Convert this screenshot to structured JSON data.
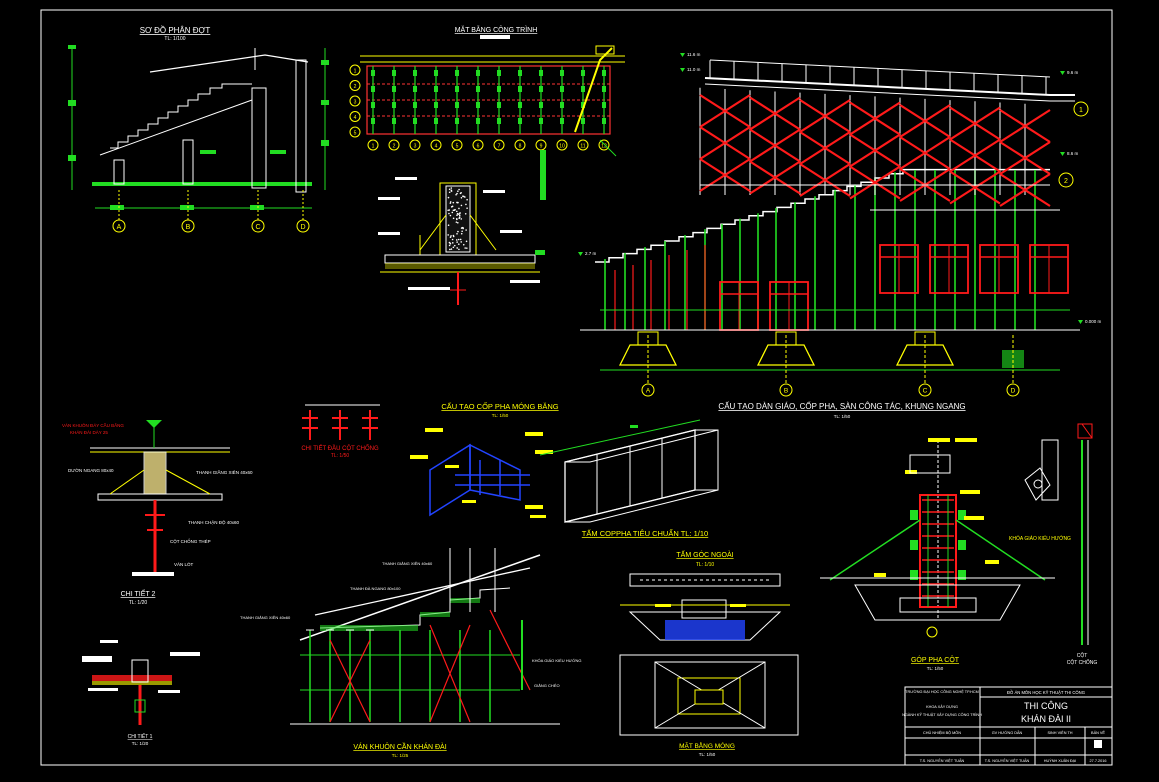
{
  "colors": {
    "background": "#000000",
    "frame": "#ffffff",
    "steel": "#ff1a1a",
    "prop": "#22dd22",
    "formwork": "#ffffff",
    "dimension": "#ffff00",
    "accent_blue": "#2244ff",
    "accent_magenta": "#ff33ff",
    "concrete": "#eedd88",
    "cyan": "#00ffff"
  },
  "views": {
    "so_do": {
      "title": "SƠ ĐỒ PHÂN ĐỢT",
      "scale": "TL: 1/100",
      "axes": [
        "A",
        "B",
        "C",
        "D"
      ]
    },
    "mat_bang": {
      "title": "MẶT BẰNG CÔNG TRÌNH",
      "rows": [
        "1",
        "2",
        "3",
        "4",
        "5"
      ],
      "cols": [
        "1",
        "2",
        "3",
        "4",
        "5",
        "6",
        "7",
        "8",
        "9",
        "10",
        "11",
        "12"
      ]
    },
    "dan_giao": {
      "title": "CẤU TẠO DÀN GIÁO, CỐP PHA, SÀN CÔNG TÁC, KHUNG NGANG",
      "scale": "TL: 1/50",
      "axes": [
        "A",
        "B",
        "C",
        "D"
      ],
      "levels": [
        "11.6 m",
        "11.0 m",
        "9.6 m",
        "8.6 m",
        "2.7 m",
        "0.000 m"
      ],
      "circles": [
        "1",
        "2"
      ]
    },
    "cau_tao_mong": {
      "title": "CẤU TẠO CỐP PHA MÓNG BĂNG",
      "scale": "TL: 1/50"
    },
    "chi_tiet_dau_cot": {
      "title": "CHI TIẾT ĐẦU CỘT CHỐNG",
      "scale": "TL: 1/50"
    },
    "tam_coppha": {
      "title": "TẤM COPPHA TIÊU CHUẨN TL: 1/10"
    },
    "chi_tiet_2": {
      "title": "CHI TIẾT 2",
      "scale": "TL: 1/20",
      "labels": [
        "VÁN KHUÔN ĐÁY CẦU BẰNG",
        "KHÁN ĐÀI DÀY 25",
        "DƯỜN NGANG 80x40",
        "THANH GIẰNG XIÊN 40x60",
        "THANH CHẶN ĐỘ 40x60",
        "CỘT CHỐNG THÉP",
        "VÁN LÓT"
      ]
    },
    "chi_tiet_1": {
      "title": "CHI TIẾT 1",
      "scale": "TL: 1/20"
    },
    "van_khuon": {
      "title": "VÁN KHUÔN CẦN KHÁN ĐÀI",
      "scale": "TL: 1/25",
      "labels": [
        "THANH GIẰNG XIÊN 40x60",
        "THANH ĐÀ NGANG 80x100",
        "THANH GIẰNG XIÊN 40x60",
        "KHÓA GIÁO KIỂU HƯỚNG",
        "GIẰNG CHÉO"
      ]
    },
    "tam_goc": {
      "title": "TẤM GÓC NGOÀI",
      "scale": "TL: 1/10"
    },
    "mat_bang_mong": {
      "title": "MẶT BẰNG MÓNG",
      "scale": "TL: 1/50"
    },
    "gop_pha_cot": {
      "title": "GÓP PHA CỘT",
      "scale": "TL: 1/50"
    },
    "khoa_giao": {
      "title": "KHÓA GIÁO KIỂU HƯỚNG"
    },
    "cot_chong": {
      "title": "CỘT CHỐNG"
    }
  },
  "title_block": {
    "school": "TRƯỜNG ĐẠI HỌC CÔNG NGHỆ TP.HCM",
    "faculty": "KHOA XÂY DỰNG",
    "major": "NGÀNH KỸ THUẬT XÂY DỰNG CÔNG TRÌNH",
    "project": "ĐỒ ÁN MÔN HỌC KỸ THUẬT THI CÔNG",
    "title_line1": "THI CÔNG",
    "title_line2": "KHÁN ĐÀI II",
    "role1": "CHỦ NHIỆM BỘ MÔN",
    "role2": "GV HƯỚNG DẪN",
    "role3": "SINH VIÊN TH",
    "sheet_label": "BẢN VẼ",
    "name1": "T.S. NGUYỄN VIỆT TUẤN",
    "name2": "T.S. NGUYỄN VIỆT TUẤN",
    "name3": "HUỲNH XUÂN ĐẠI",
    "date": "27.7.2016"
  }
}
